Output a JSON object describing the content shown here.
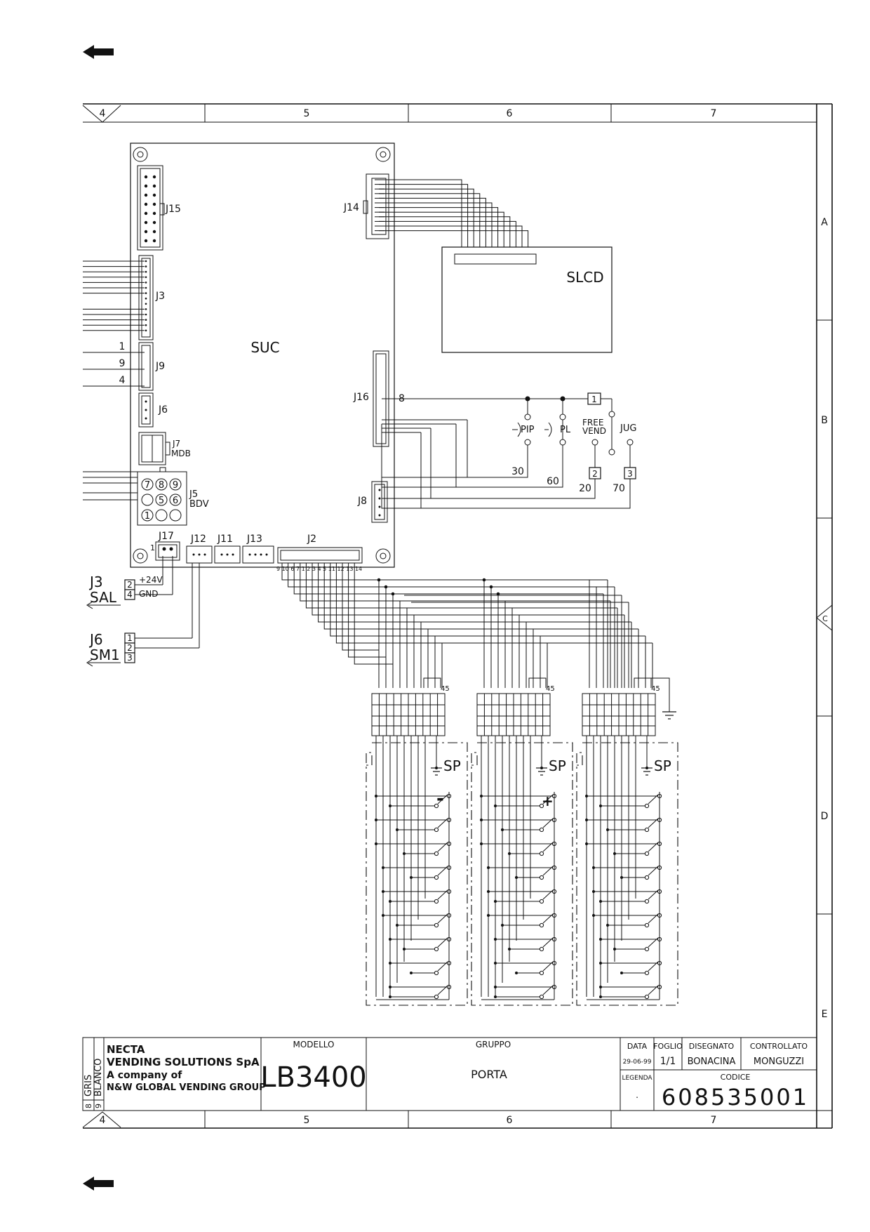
{
  "frame": {
    "columns": [
      "4",
      "5",
      "6",
      "7"
    ],
    "rows": [
      "A",
      "B",
      "C",
      "D",
      "E"
    ]
  },
  "board": {
    "name": "SUC",
    "connectors": {
      "j15": "J15",
      "j14": "J14",
      "j3": "J3",
      "j9": "J9",
      "j6": "J6",
      "j7": "J7",
      "mdb": "MDB",
      "j5": "J5",
      "bdv": "BDV",
      "j17": "J17",
      "j12": "J12",
      "j11": "J11",
      "j13": "J13",
      "j2": "J2",
      "j16": "J16",
      "j8": "J8"
    },
    "j9_pins": [
      "1",
      "9",
      "4"
    ],
    "j5_pins": [
      "7",
      "8",
      "9",
      "5",
      "6",
      "1"
    ],
    "j17_pin": "1",
    "j2_pins": "9 10 6 7 1 2 3 4 5 11 12 13 14",
    "j16_pin": "8"
  },
  "slcd": {
    "label": "SLCD"
  },
  "controls": {
    "pip": "PIP",
    "pl": "PL",
    "free_vend_1": "FREE",
    "free_vend_2": "VEND",
    "jug": "JUG",
    "box1": "1",
    "box2": "2",
    "box3": "3",
    "wires": [
      "30",
      "60",
      "20",
      "70"
    ]
  },
  "sal": {
    "title1": "J3",
    "title2": "SAL",
    "pins": [
      "2",
      "4"
    ],
    "v24": "+24V",
    "gnd": "GND"
  },
  "sm1": {
    "title1": "J6",
    "title2": "SM1",
    "pins": [
      "1",
      "2",
      "3"
    ]
  },
  "keypads": {
    "pin_label": "45",
    "sp": "SP",
    "signs": [
      "-",
      "+"
    ]
  },
  "title_block": {
    "company1": "NECTA",
    "company2": "VENDING SOLUTIONS SpA",
    "company3": "A company of",
    "company4": "N&W GLOBAL VENDING GROUP",
    "side1": "GRIS",
    "side2": "BLANCO",
    "side_nums": [
      "8",
      "9"
    ],
    "modello_label": "MODELLO",
    "modello": "LB3400",
    "gruppo_label": "GRUPPO",
    "gruppo": "PORTA",
    "data_label": "DATA",
    "data": "29-06-99",
    "foglio_label": "FOGLIO",
    "foglio": "1/1",
    "disegnato_label": "DISEGNATO",
    "disegnato": "BONACINA",
    "controllato_label": "CONTROLLATO",
    "controllato": "MONGUZZI",
    "legenda_label": "LEGENDA",
    "legenda": ".",
    "codice_label": "CODICE",
    "codice": "608535001"
  }
}
